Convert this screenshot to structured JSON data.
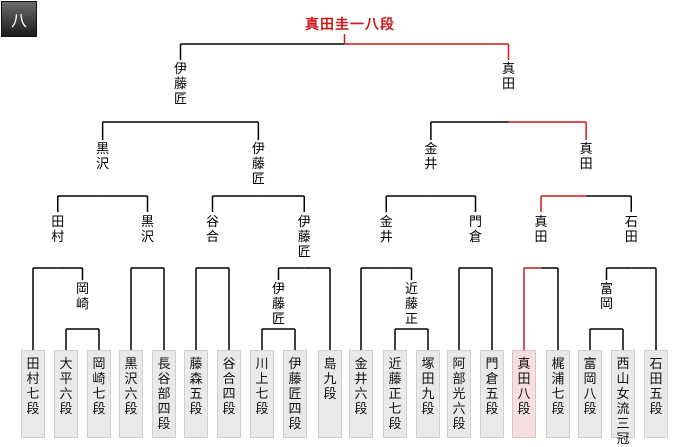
{
  "tab": {
    "label": "八",
    "icon": "tab-kanji-eight"
  },
  "champion": "真田圭一八段",
  "colors": {
    "win": "#cc1a1a",
    "line": "#000000",
    "box": "#e9e9e9",
    "box_win": "#f5dfe0"
  },
  "players": [
    "田村七段",
    "大平六段",
    "岡崎七段",
    "黒沢六段",
    "長谷部四段",
    "藤森五段",
    "谷合四段",
    "川上七段",
    "伊藤匠四段",
    "島 九段",
    "金井六段",
    "近藤正七段",
    "塚田九段",
    "阿部光六段",
    "門倉五段",
    "真田八段",
    "梶浦七段",
    "富岡八段",
    "西山女流三冠",
    "石田五段"
  ],
  "winners": {
    "r1": [
      "岡崎",
      "伊藤匠",
      "近藤正",
      "富岡"
    ],
    "r2": [
      "田村",
      "黒沢",
      "谷合",
      "伊藤匠",
      "金井",
      "門倉",
      "真田",
      "石田"
    ],
    "r3": [
      "黒沢",
      "伊藤匠",
      "金井",
      "真田"
    ],
    "r4": [
      "伊藤匠",
      "真田"
    ]
  }
}
